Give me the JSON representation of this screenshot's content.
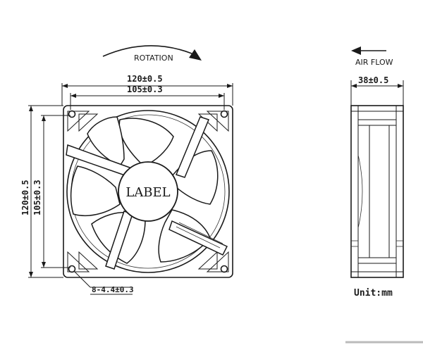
{
  "front_view": {
    "rotation_label": "ROTATION",
    "overall_width": "120±0.5",
    "hole_spacing_width": "105±0.3",
    "overall_height": "120±0.5",
    "hole_spacing_height": "105±0.3",
    "hub_label": "LABEL",
    "mounting_holes": "8-4.4±0.3"
  },
  "side_view": {
    "airflow_label": "AIR FLOW",
    "depth": "38±0.5"
  },
  "unit_label": "Unit:mm"
}
